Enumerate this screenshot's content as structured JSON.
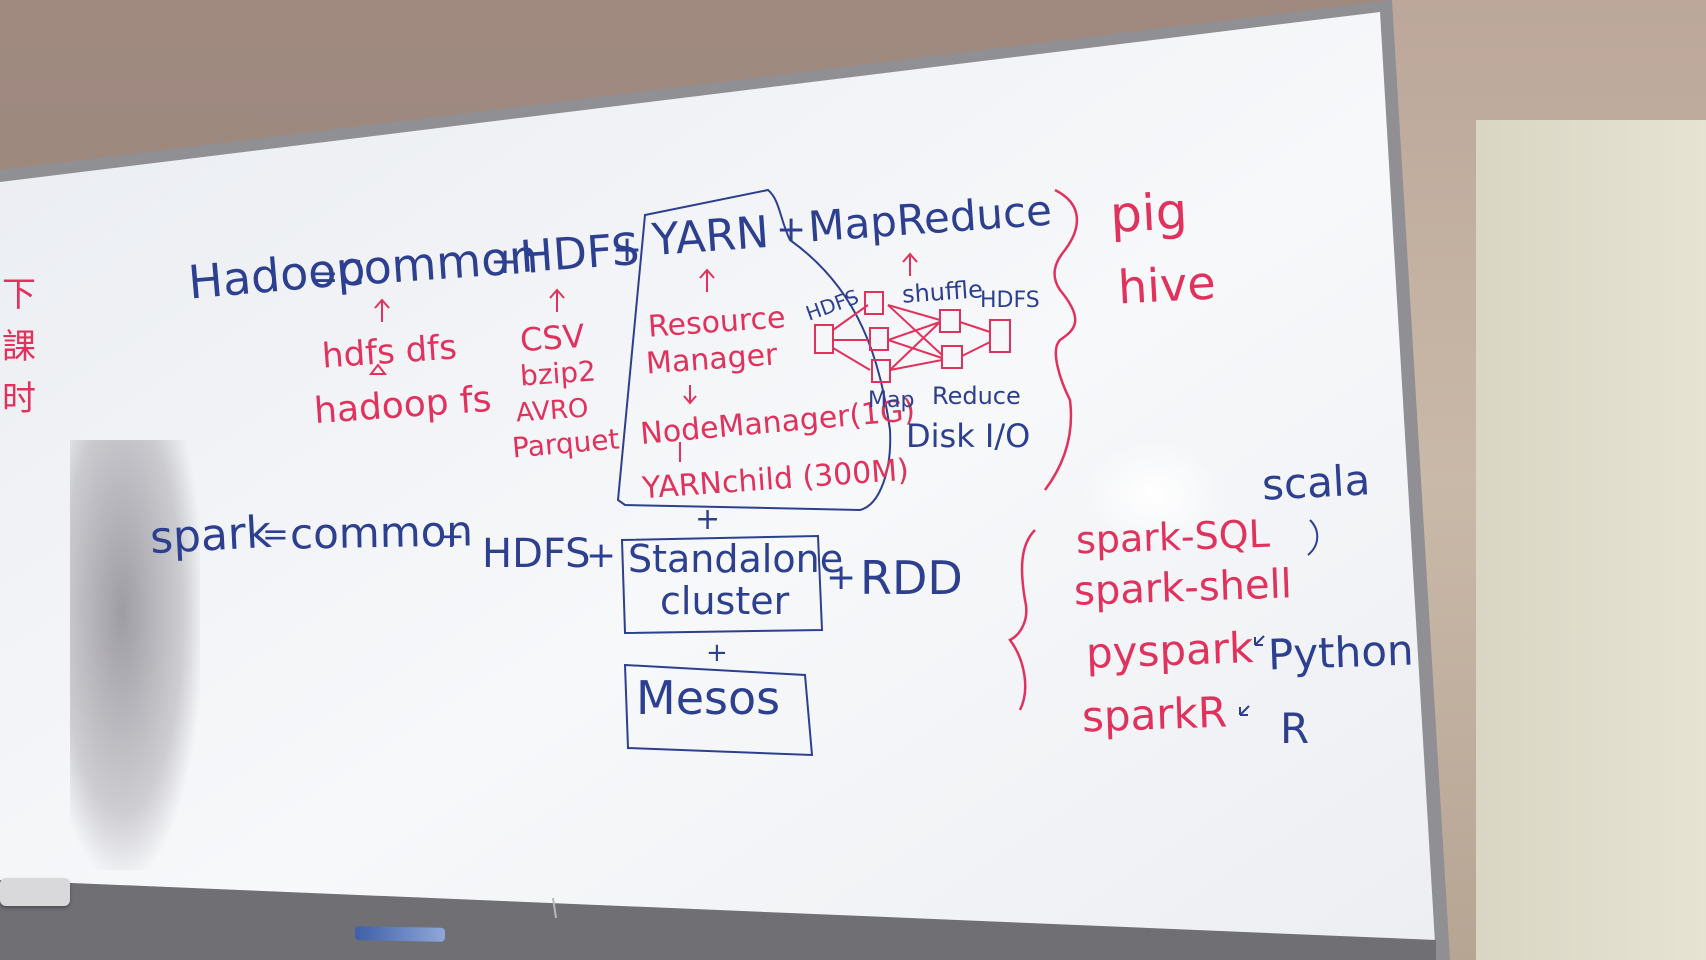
{
  "scene": "whiteboard",
  "colors": {
    "blue_marker": "#2d3f8f",
    "red_marker": "#e0325c",
    "board": "#f4f5f7"
  },
  "side_note": [
    "下",
    "課",
    "时"
  ],
  "hadoop_line": {
    "hadoop": "Hadoop",
    "equals": "=",
    "common": "common",
    "plus1": "+",
    "hdfs": "HDFS",
    "plus2": "+",
    "yarn": "YARN",
    "plus3": "+",
    "mapreduce": "MapReduce"
  },
  "common_notes": [
    "hdfs dfs",
    "hadoop fs"
  ],
  "hdfs_formats": [
    "CSV",
    "bzip2",
    "AVRO",
    "Parquet"
  ],
  "yarn_notes": [
    "Resource",
    "Manager",
    "NodeManager(1G)",
    "YARNchild (300M)"
  ],
  "mapreduce_diagram": {
    "hdfs_left": "HDFS",
    "shuffle": "shuffle",
    "hdfs_right": "HDFS",
    "map": "Map",
    "reduce": "Reduce",
    "disk_io": "Disk I/O"
  },
  "hadoop_tools": [
    "pig",
    "hive"
  ],
  "spark_line": {
    "spark": "spark",
    "equals": "=",
    "common": "common",
    "plus1": "+",
    "hdfs": "HDFS",
    "plus2": "+",
    "standalone": "Standalone",
    "cluster": "cluster",
    "plus3": "+",
    "rdd": "RDD",
    "plus_yarn": "+",
    "plus_mesos": "+",
    "mesos": "Mesos"
  },
  "spark_tools": {
    "scala": "scala",
    "spark_sql": "spark-SQL",
    "spark_shell": "spark-shell",
    "pyspark": "pyspark",
    "python": "Python",
    "sparkr": "sparkR",
    "r": "R"
  }
}
